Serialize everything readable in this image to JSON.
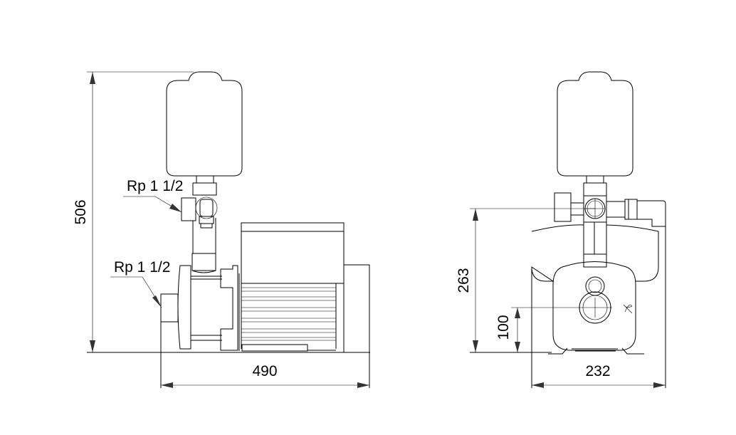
{
  "side_view": {
    "height_dim": "506",
    "length_dim": "490",
    "outlet_label": "Rp 1 1/2",
    "inlet_label": "Rp 1 1/2"
  },
  "front_view": {
    "outlet_height_dim": "263",
    "inlet_height_dim": "100",
    "width_dim": "232"
  },
  "colors": {
    "line": "#000000",
    "background": "#ffffff"
  }
}
